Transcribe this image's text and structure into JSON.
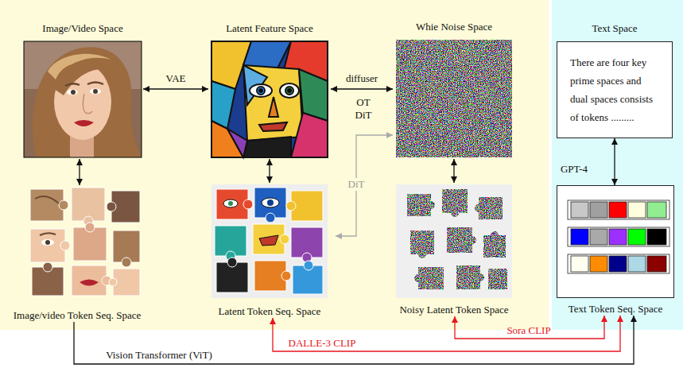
{
  "diagram": {
    "nodes": [
      {
        "text": [
          "Image/Video Space"
        ]
      },
      {
        "text": [
          "Latent Feature Space"
        ]
      },
      {
        "text": [
          "Whie Noise Space"
        ]
      },
      {
        "text": [
          "Text Space",
          "There are four key prime spaces and dual spaces consists of tokens ........."
        ]
      },
      {
        "text": [
          "Image/video Token Seq. Space"
        ]
      },
      {
        "text": [
          "Latent Token Seq. Space"
        ]
      },
      {
        "text": [
          "Noisy Latent Token Space"
        ]
      },
      {
        "text": [
          "Text Token Seq. Space"
        ]
      }
    ],
    "edges": [
      {
        "from": 0,
        "to": 1,
        "arrow": "both",
        "label": "VAE"
      },
      {
        "from": 1,
        "to": 2,
        "arrow": "both",
        "label": "diffuser"
      },
      {
        "from": 0,
        "to": 4,
        "arrow": "both"
      },
      {
        "from": 1,
        "to": 5,
        "arrow": "both"
      },
      {
        "from": 2,
        "to": 6,
        "arrow": "both"
      },
      {
        "from": 3,
        "to": 7,
        "arrow": "both",
        "label": "GPT-4"
      },
      {
        "from": 5,
        "to": 2,
        "arrow": "both",
        "label": "DiT"
      },
      {
        "from": 5,
        "to": 7,
        "arrow": "both",
        "label": "DALLE-3 CLIP"
      },
      {
        "from": 6,
        "to": 7,
        "arrow": "both",
        "label": "Sora CLIP"
      },
      {
        "from": 4,
        "to": 7,
        "arrow": "to",
        "label": "Vision Transformer (ViT)"
      }
    ],
    "labels": [
      "OT",
      "DiT"
    ]
  }
}
